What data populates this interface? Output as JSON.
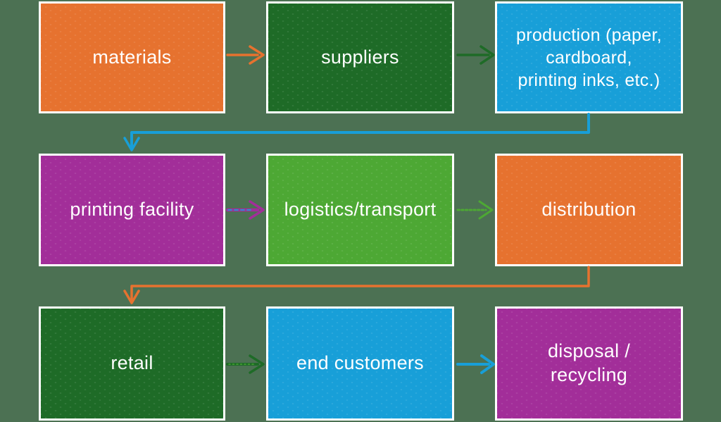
{
  "palette": {
    "background": "#4C7153",
    "box_border": "#FFFFFF",
    "text": "#FFFFFF",
    "orange": "#E6722F",
    "dark_green": "#1E6B27",
    "blue": "#189FD8",
    "purple": "#A22E99",
    "light_green": "#4DA834"
  },
  "nodes": [
    {
      "id": "materials",
      "label": "materials",
      "color": "orange"
    },
    {
      "id": "suppliers",
      "label": "suppliers",
      "color": "dark_green"
    },
    {
      "id": "production",
      "label": "production (paper, cardboard, printing inks, etc.)",
      "lines": [
        "production (paper,",
        "cardboard,",
        "printing inks, etc.)"
      ],
      "color": "blue"
    },
    {
      "id": "printing-facility",
      "label": "printing facility",
      "color": "purple"
    },
    {
      "id": "logistics-transport",
      "label": "logistics/transport",
      "color": "light_green"
    },
    {
      "id": "distribution",
      "label": "distribution",
      "color": "orange"
    },
    {
      "id": "retail",
      "label": "retail",
      "color": "dark_green"
    },
    {
      "id": "end-customers",
      "label": "end customers",
      "color": "blue"
    },
    {
      "id": "disposal-recycling",
      "label": "disposal / recycling",
      "lines": [
        "disposal /",
        "recycling"
      ],
      "color": "purple"
    }
  ],
  "arrows": [
    {
      "from": "materials",
      "to": "suppliers",
      "shape": "straight-right",
      "style": "solid",
      "color": "orange"
    },
    {
      "from": "suppliers",
      "to": "production",
      "shape": "straight-right",
      "style": "solid",
      "color": "dark_green"
    },
    {
      "from": "production",
      "to": "printing-facility",
      "shape": "elbow-down-left",
      "style": "solid",
      "color": "blue"
    },
    {
      "from": "printing-facility",
      "to": "logistics-transport",
      "shape": "straight-right",
      "style": "solid-blue-dash",
      "color": "purple",
      "dash_color": "blue"
    },
    {
      "from": "logistics-transport",
      "to": "distribution",
      "shape": "straight-right",
      "style": "dotted",
      "color": "light_green"
    },
    {
      "from": "distribution",
      "to": "retail",
      "shape": "elbow-down-left",
      "style": "solid",
      "color": "orange"
    },
    {
      "from": "retail",
      "to": "end-customers",
      "shape": "straight-right",
      "style": "solid-light-dots",
      "color": "dark_green",
      "dash_color": "light_green"
    },
    {
      "from": "end-customers",
      "to": "disposal-recycling",
      "shape": "straight-right",
      "style": "solid",
      "color": "blue"
    }
  ]
}
